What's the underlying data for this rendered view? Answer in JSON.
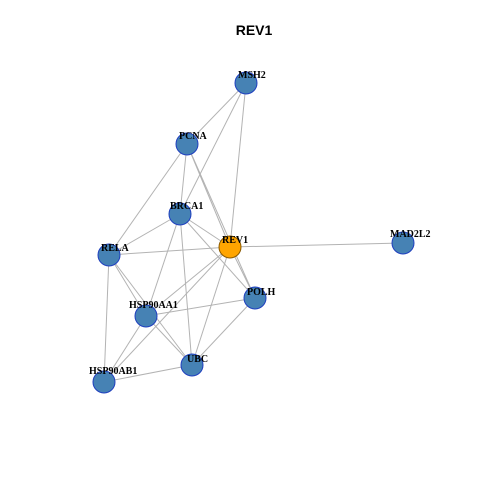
{
  "title": "REV1",
  "colors": {
    "node_fill": "#4682b4",
    "node_stroke": "#1f3fbf",
    "focus_fill": "#ffa500",
    "focus_stroke": "#8b5a00",
    "edge": "#b3b3b3"
  },
  "nodes": [
    {
      "id": "MSH2",
      "label": "MSH2",
      "focus": false
    },
    {
      "id": "PCNA",
      "label": "PCNA",
      "focus": false
    },
    {
      "id": "BRCA1",
      "label": "BRCA1",
      "focus": false
    },
    {
      "id": "REV1",
      "label": "REV1",
      "focus": true
    },
    {
      "id": "MAD2L2",
      "label": "MAD2L2",
      "focus": false
    },
    {
      "id": "RELA",
      "label": "RELA",
      "focus": false
    },
    {
      "id": "POLH",
      "label": "POLH",
      "focus": false
    },
    {
      "id": "HSP90AA1",
      "label": "HSP90AA1",
      "focus": false
    },
    {
      "id": "UBC",
      "label": "UBC",
      "focus": false
    },
    {
      "id": "HSP90AB1",
      "label": "HSP90AB1",
      "focus": false
    }
  ],
  "edges": [
    [
      "MSH2",
      "PCNA"
    ],
    [
      "MSH2",
      "BRCA1"
    ],
    [
      "MSH2",
      "REV1"
    ],
    [
      "PCNA",
      "RELA"
    ],
    [
      "PCNA",
      "BRCA1"
    ],
    [
      "PCNA",
      "REV1"
    ],
    [
      "PCNA",
      "POLH"
    ],
    [
      "BRCA1",
      "RELA"
    ],
    [
      "BRCA1",
      "REV1"
    ],
    [
      "BRCA1",
      "HSP90AA1"
    ],
    [
      "BRCA1",
      "UBC"
    ],
    [
      "BRCA1",
      "POLH"
    ],
    [
      "REV1",
      "MAD2L2"
    ],
    [
      "REV1",
      "RELA"
    ],
    [
      "REV1",
      "POLH"
    ],
    [
      "REV1",
      "HSP90AA1"
    ],
    [
      "REV1",
      "UBC"
    ],
    [
      "REV1",
      "HSP90AB1"
    ],
    [
      "RELA",
      "HSP90AA1"
    ],
    [
      "RELA",
      "HSP90AB1"
    ],
    [
      "RELA",
      "UBC"
    ],
    [
      "POLH",
      "HSP90AA1"
    ],
    [
      "POLH",
      "UBC"
    ],
    [
      "HSP90AA1",
      "UBC"
    ],
    [
      "HSP90AA1",
      "HSP90AB1"
    ],
    [
      "UBC",
      "HSP90AB1"
    ]
  ]
}
